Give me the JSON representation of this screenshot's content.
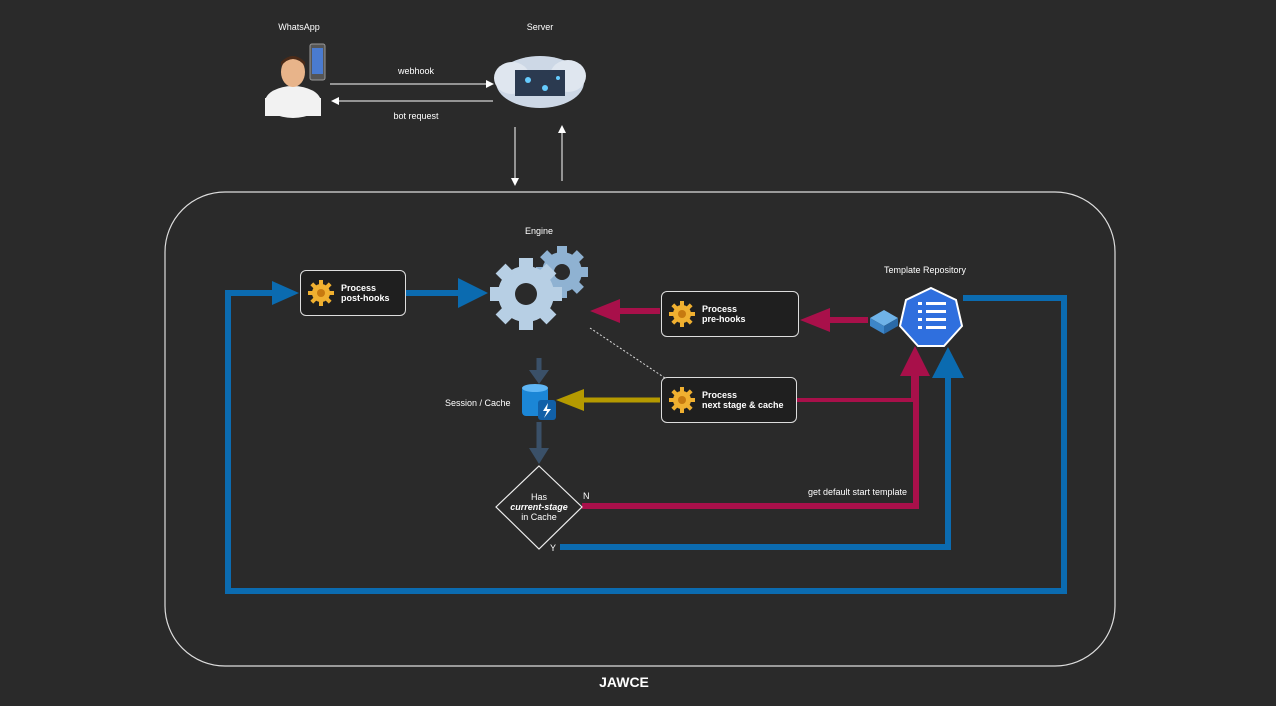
{
  "labels": {
    "whatsapp": "WhatsApp",
    "server": "Server",
    "webhook": "webhook",
    "bot_request": "bot request",
    "engine": "Engine",
    "template_repository": "Template Repository",
    "session_cache": "Session / Cache",
    "get_default": "get default start template",
    "n": "N",
    "y": "Y",
    "title": "JAWCE"
  },
  "boxes": {
    "post_hooks": {
      "line1": "Process",
      "line2": "post-hooks"
    },
    "pre_hooks": {
      "line1": "Process",
      "line2": "pre-hooks"
    },
    "next_stage": {
      "line1": "Process",
      "line2": "next stage & cache"
    }
  },
  "decision": {
    "line1": "Has",
    "line2": "current-stage",
    "line3": "in Cache"
  },
  "colors": {
    "blue": "#0b6bb0",
    "crimson": "#a8104a",
    "gold": "#b59a00",
    "slate": "#3a5068",
    "background": "#2a2a2a"
  },
  "icons": [
    "user-icon",
    "phone-icon",
    "cloud-server-icon",
    "gear-icon",
    "cache-icon",
    "repository-icon"
  ]
}
